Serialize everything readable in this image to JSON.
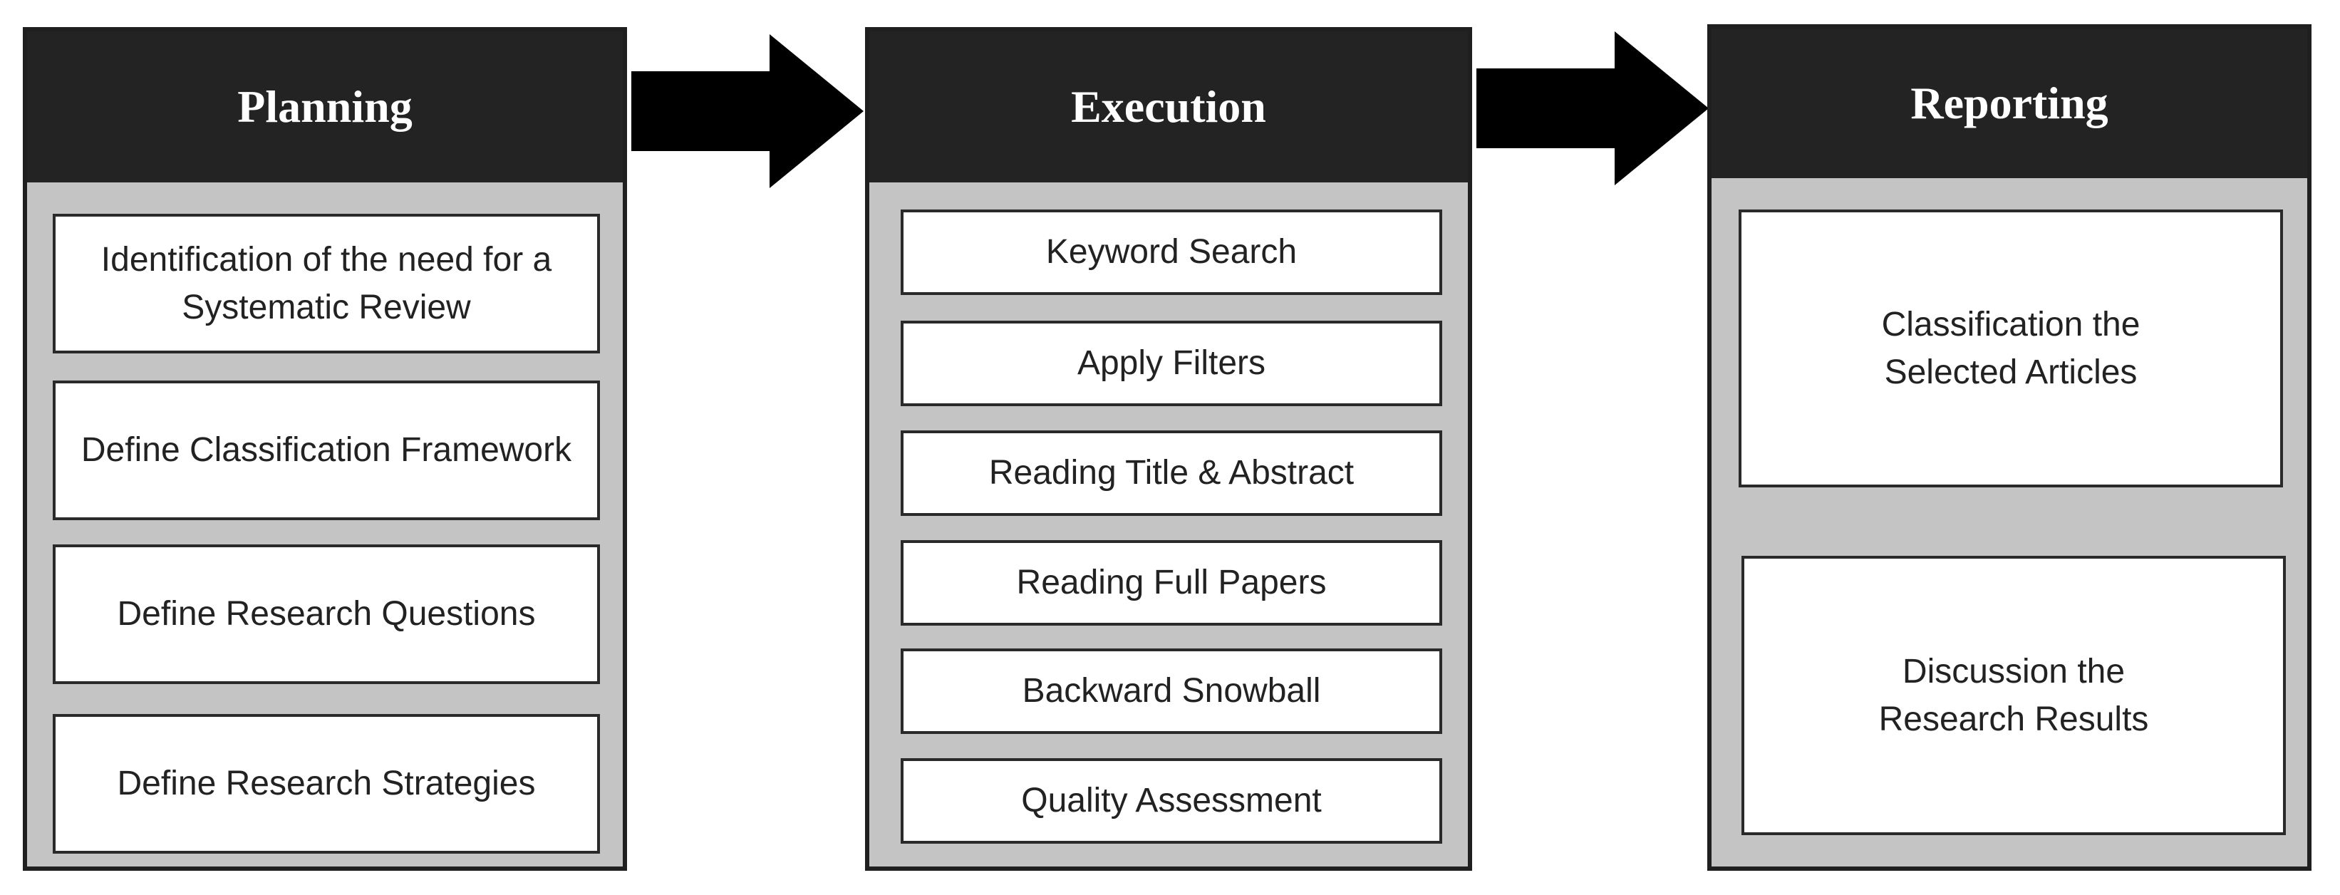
{
  "colors": {
    "header_bg": "#232323",
    "panel_bg": "#c4c4c4",
    "box_bg": "#ffffff",
    "arrow": "#000000"
  },
  "phases": [
    {
      "title": "Planning",
      "steps": [
        "Identification of the need for a\nSystematic Review",
        "Define Classification Framework",
        "Define Research Questions",
        "Define Research Strategies"
      ]
    },
    {
      "title": "Execution",
      "steps": [
        "Keyword Search",
        "Apply Filters",
        "Reading Title & Abstract",
        "Reading Full Papers",
        "Backward Snowball",
        "Quality Assessment"
      ]
    },
    {
      "title": "Reporting",
      "steps": [
        "Classification the\nSelected Articles",
        "Discussion the\nResearch Results"
      ]
    }
  ],
  "arrows": [
    {
      "from": "Planning",
      "to": "Execution"
    },
    {
      "from": "Execution",
      "to": "Reporting"
    }
  ]
}
